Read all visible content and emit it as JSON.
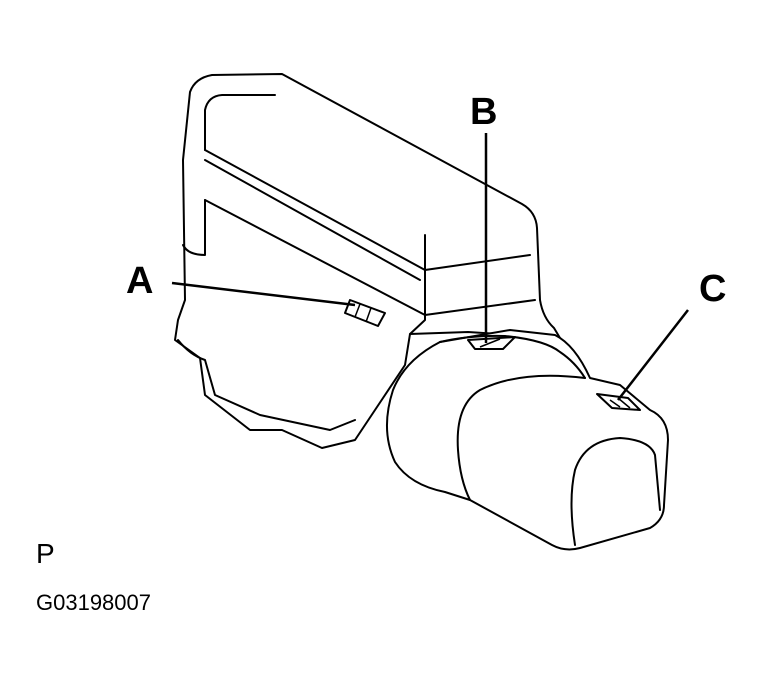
{
  "callouts": {
    "a": "A",
    "b": "B",
    "c": "C"
  },
  "footer": {
    "view_letter": "P",
    "figure_code": "G03198007"
  }
}
